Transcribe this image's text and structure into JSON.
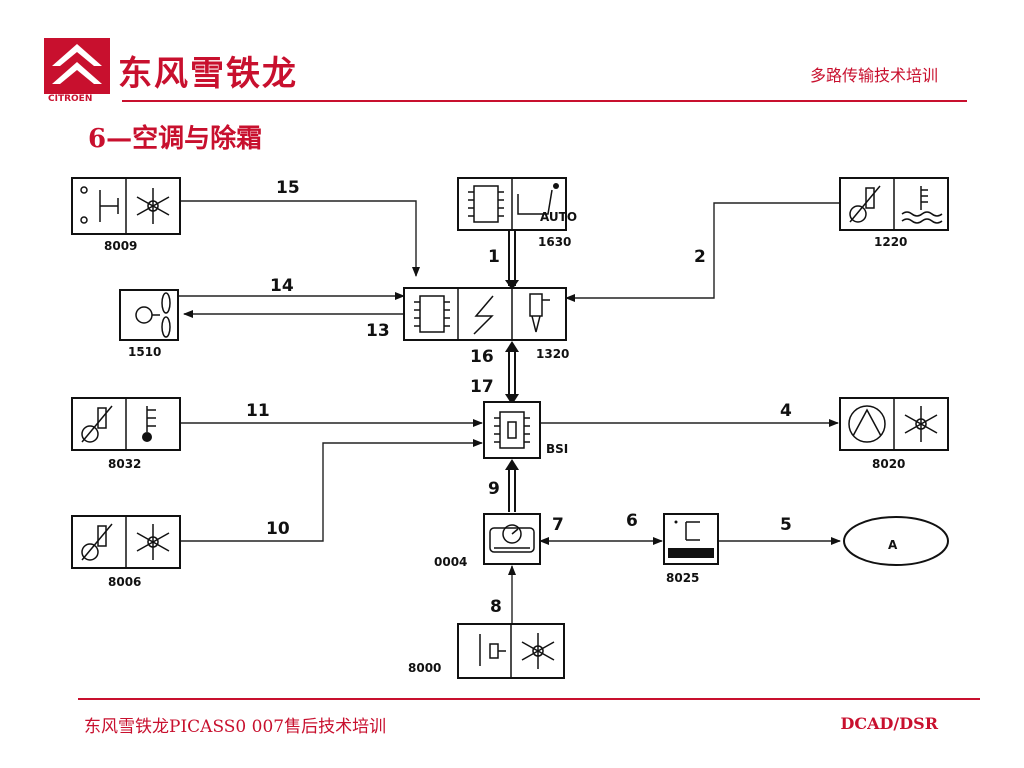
{
  "header": {
    "brand_name": "东风雪铁龙",
    "logo_word": "CITROËN",
    "course_title": "多路传输技术培训"
  },
  "slide_title": "6—空调与除霜",
  "diagram": {
    "components": {
      "c8009": "8009",
      "c1630": "1630",
      "c1220": "1220",
      "c1510": "1510",
      "c1320": "1320",
      "cBSI": "BSI",
      "c8032": "8032",
      "c8020": "8020",
      "c8006": "8006",
      "c0004": "0004",
      "c8025": "8025",
      "c8000": "8000",
      "cA": "A",
      "auto_text": "AUTO"
    },
    "wires": {
      "w1": "1",
      "w2": "2",
      "w4": "4",
      "w5": "5",
      "w6": "6",
      "w7": "7",
      "w8": "8",
      "w9": "9",
      "w10": "10",
      "w11": "11",
      "w13": "13",
      "w14": "14",
      "w15": "15",
      "w16": "16",
      "w17": "17"
    }
  },
  "footer": {
    "left_text": "东风雪铁龙PICASS0 007售后技术培训",
    "right_text": "DCAD/DSR"
  },
  "colors": {
    "brand_red": "#c8102e",
    "line_black": "#111111"
  }
}
